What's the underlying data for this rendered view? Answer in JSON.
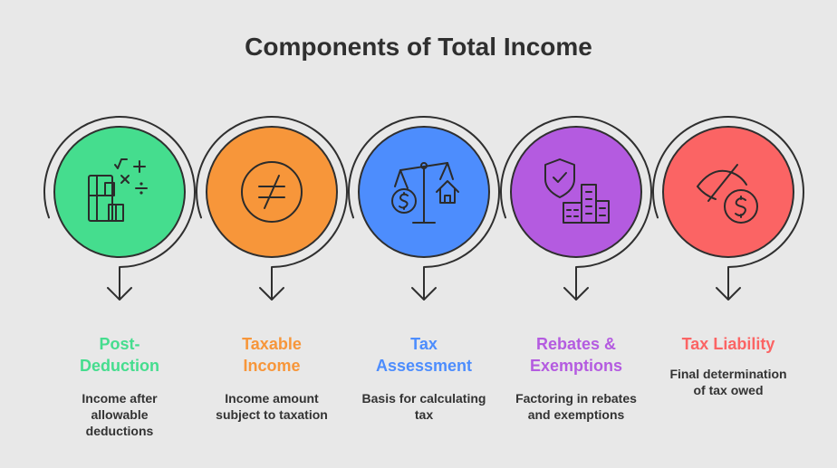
{
  "title": "Components of Total Income",
  "steps": [
    {
      "label_lines": [
        "Post-",
        "Deduction"
      ],
      "desc_lines": [
        "Income after",
        "allowable",
        "deductions"
      ],
      "color": "#45dd8e",
      "icon": "calculator-math-icon"
    },
    {
      "label_lines": [
        "Taxable",
        "Income"
      ],
      "desc_lines": [
        "Income amount",
        "subject to taxation"
      ],
      "color": "#f7963a",
      "icon": "not-equal-icon"
    },
    {
      "label_lines": [
        "Tax",
        "Assessment"
      ],
      "desc_lines": [
        "Basis for calculating",
        "tax"
      ],
      "color": "#4d8dfd",
      "icon": "scale-dollar-house-icon"
    },
    {
      "label_lines": [
        "Rebates &",
        "Exemptions"
      ],
      "desc_lines": [
        "Factoring in rebates",
        "and exemptions"
      ],
      "color": "#b45be0",
      "icon": "shield-building-icon"
    },
    {
      "label_lines": [
        "Tax Liability"
      ],
      "desc_lines": [
        "Final determination",
        "of tax owed"
      ],
      "color": "#fb6464",
      "icon": "hidden-dollar-icon"
    }
  ]
}
